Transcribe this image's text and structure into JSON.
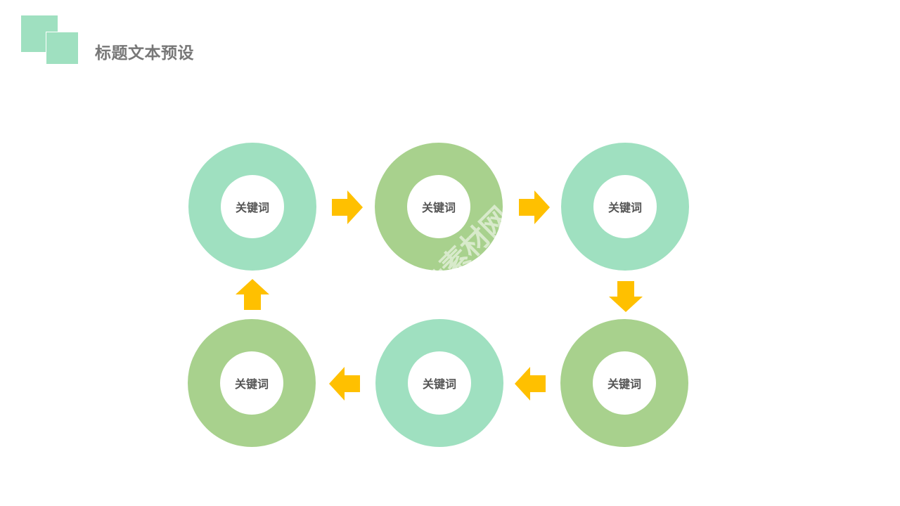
{
  "header": {
    "title": "标题文本预设"
  },
  "diagram": {
    "colors": {
      "mint": "#9fe0c0",
      "green": "#a8d18d",
      "arrow": "#ffc000",
      "label": "#555555"
    },
    "nodes": [
      {
        "id": "n1",
        "label": "关键词",
        "color": "mint"
      },
      {
        "id": "n2",
        "label": "关键词",
        "color": "green"
      },
      {
        "id": "n3",
        "label": "关键词",
        "color": "mint"
      },
      {
        "id": "n4",
        "label": "关键词",
        "color": "green"
      },
      {
        "id": "n5",
        "label": "关键词",
        "color": "mint"
      },
      {
        "id": "n6",
        "label": "关键词",
        "color": "green"
      }
    ],
    "edges": [
      {
        "from": "n1",
        "to": "n2",
        "direction": "right"
      },
      {
        "from": "n2",
        "to": "n3",
        "direction": "right"
      },
      {
        "from": "n3",
        "to": "n4",
        "direction": "down"
      },
      {
        "from": "n4",
        "to": "n5",
        "direction": "left"
      },
      {
        "from": "n5",
        "to": "n6",
        "direction": "left"
      },
      {
        "from": "n6",
        "to": "n1",
        "direction": "up"
      }
    ]
  },
  "watermark": {
    "text": "ppt素材网",
    "note": "translucent diagonal watermark"
  }
}
